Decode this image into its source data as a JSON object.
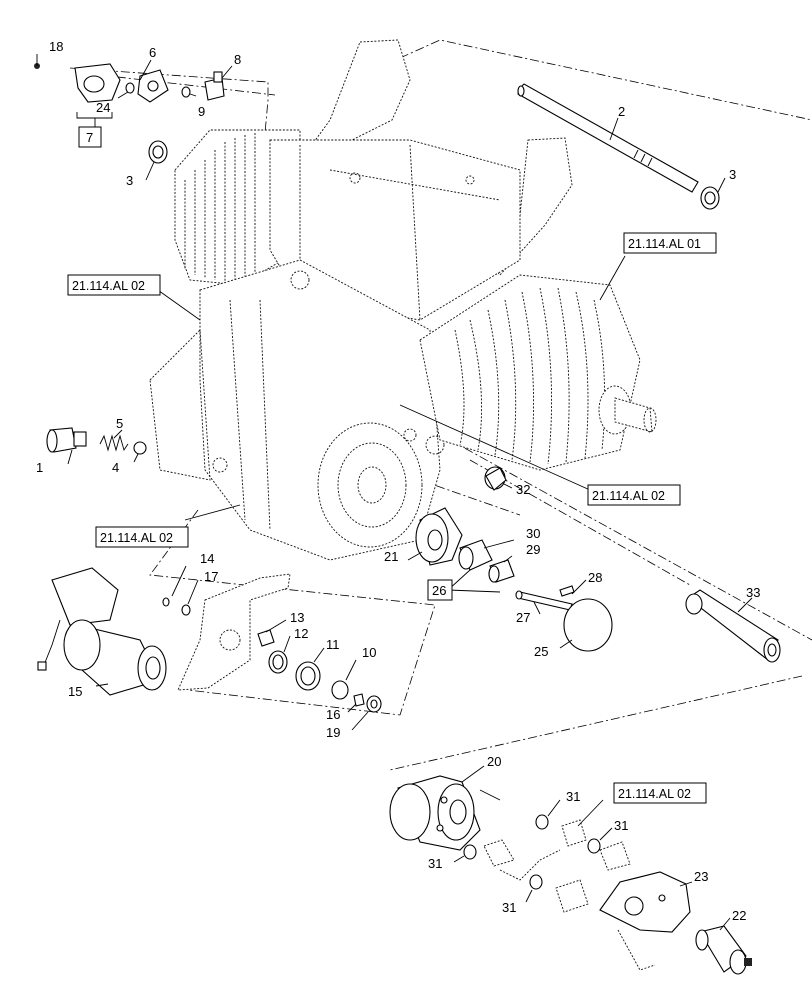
{
  "callouts": {
    "c1": "1",
    "c2": "2",
    "c3a": "3",
    "c3b": "3",
    "c4": "4",
    "c5": "5",
    "c6": "6",
    "c8": "8",
    "c9": "9",
    "c10": "10",
    "c11": "11",
    "c12": "12",
    "c13": "13",
    "c14": "14",
    "c15": "15",
    "c16": "16",
    "c17": "17",
    "c18": "18",
    "c19": "19",
    "c20": "20",
    "c21": "21",
    "c22": "22",
    "c23": "23",
    "c24": "24",
    "c25": "25",
    "c27": "27",
    "c28": "28",
    "c29": "29",
    "c30": "30",
    "c31a": "31",
    "c31b": "31",
    "c31c": "31",
    "c31d": "31",
    "c32": "32",
    "c33": "33"
  },
  "boxed_callouts": {
    "b7": "7",
    "b26": "26"
  },
  "references": {
    "r1": "21.114.AL 01",
    "r2": "21.114.AL 02",
    "r3": "21.114.AL 02",
    "r4": "21.114.AL 02",
    "r5": "21.114.AL 02"
  }
}
